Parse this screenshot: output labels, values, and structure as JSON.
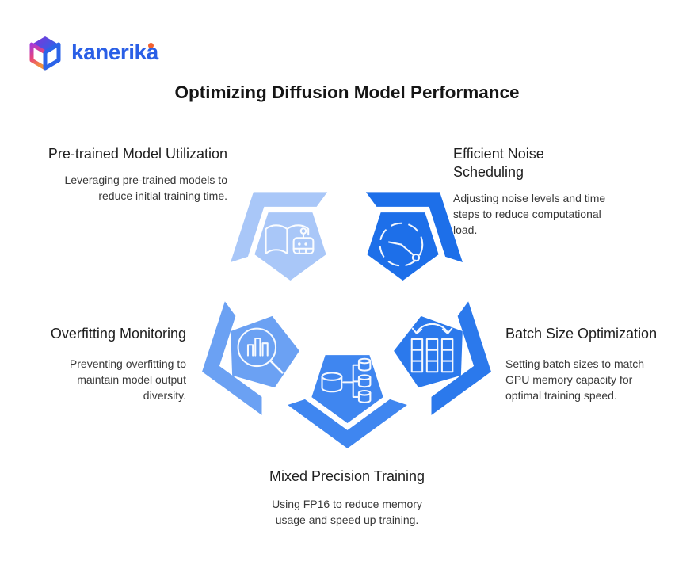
{
  "logo": {
    "brand": "kanerika",
    "brand_color": "#2A5FE6",
    "accent_dot_color": "#F2612F"
  },
  "title": {
    "text": "Optimizing Diffusion Model Performance"
  },
  "items": [
    {
      "heading": "Pre-trained Model Utilization",
      "description": "Leveraging pre-trained models to reduce initial training time.",
      "color": "#A9C7F8",
      "icon": "book-robot-icon",
      "position": "top-left"
    },
    {
      "heading": "Efficient Noise Scheduling",
      "description": "Adjusting noise levels and time steps to reduce computational load.",
      "color": "#1D6FE9",
      "icon": "clock-schedule-icon",
      "position": "top-right"
    },
    {
      "heading": "Overfitting Monitoring",
      "description": "Preventing overfitting to maintain model output diversity.",
      "color": "#6BA1F3",
      "icon": "magnifier-chart-icon",
      "position": "middle-left"
    },
    {
      "heading": "Batch Size Optimization",
      "description": "Setting batch sizes to match GPU memory capacity for optimal training speed.",
      "color": "#2B79EC",
      "icon": "batch-columns-icon",
      "position": "middle-right"
    },
    {
      "heading": "Mixed Precision Training",
      "description": "Using FP16 to reduce memory usage and speed up training.",
      "color": "#3F86F0",
      "icon": "database-split-icon",
      "position": "bottom"
    }
  ]
}
